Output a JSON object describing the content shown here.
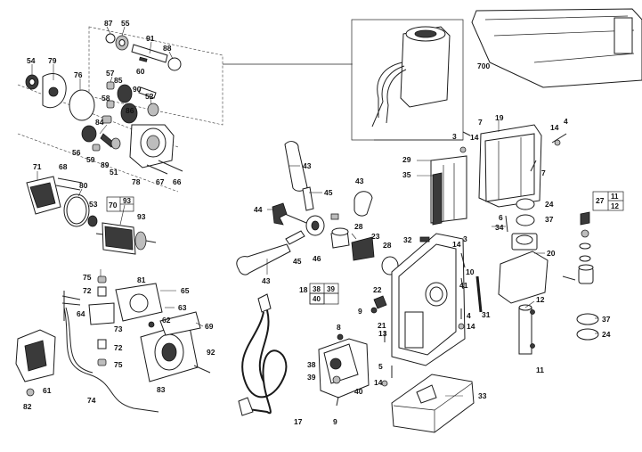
{
  "callouts": {
    "p87": "87",
    "p55": "55",
    "p91": "91",
    "p88": "88",
    "p60": "60",
    "p54": "54",
    "p79": "79",
    "p76": "76",
    "p57": "57",
    "p85": "85",
    "p90": "90",
    "p52": "52",
    "p58": "58",
    "p86": "86",
    "p84": "84",
    "p56": "56",
    "p59": "59",
    "p89": "89",
    "p51": "51",
    "p78": "78",
    "p67": "67",
    "p66": "66",
    "p71": "71",
    "p68": "68",
    "p80": "80",
    "p53": "53",
    "p70": "70",
    "p93a": "93",
    "p93b": "93",
    "p75a": "75",
    "p72a": "72",
    "p81": "81",
    "p65": "65",
    "p64": "64",
    "p63": "63",
    "p73": "73",
    "p62": "62",
    "p69": "69",
    "p72b": "72",
    "p75b": "75",
    "p92": "92",
    "p82": "82",
    "p61": "61",
    "p74": "74",
    "p83": "83",
    "p700": "700",
    "p43a": "43",
    "p43b": "43",
    "p43c": "43",
    "p45a": "45",
    "p45b": "45",
    "p44": "44",
    "p46": "46",
    "p28a": "28",
    "p28b": "28",
    "p23": "23",
    "p17": "17",
    "p18": "18",
    "p38a": "38",
    "p39a": "39",
    "p40a": "40",
    "p22": "22",
    "p9a": "9",
    "p8": "8",
    "p21": "21",
    "p13": "13",
    "p38b": "38",
    "p39b": "39",
    "p40b": "40",
    "p9b": "9",
    "p7a": "7",
    "p3a": "3",
    "p14a": "14",
    "p19": "19",
    "p14b": "14",
    "p4a": "4",
    "p7b": "7",
    "p29": "29",
    "p35": "35",
    "p6": "6",
    "p34": "34",
    "p24a": "24",
    "p37a": "37",
    "p32": "32",
    "p14c": "14",
    "p3b": "3",
    "p10": "10",
    "p41": "41",
    "p31": "31",
    "p4b": "4",
    "p14d": "14",
    "p5": "5",
    "p14e": "14",
    "p33": "33",
    "p20": "20",
    "p27": "27",
    "p11a": "11",
    "p12a": "12",
    "p12b": "12",
    "p11b": "11",
    "p37b": "37",
    "p24b": "24"
  }
}
